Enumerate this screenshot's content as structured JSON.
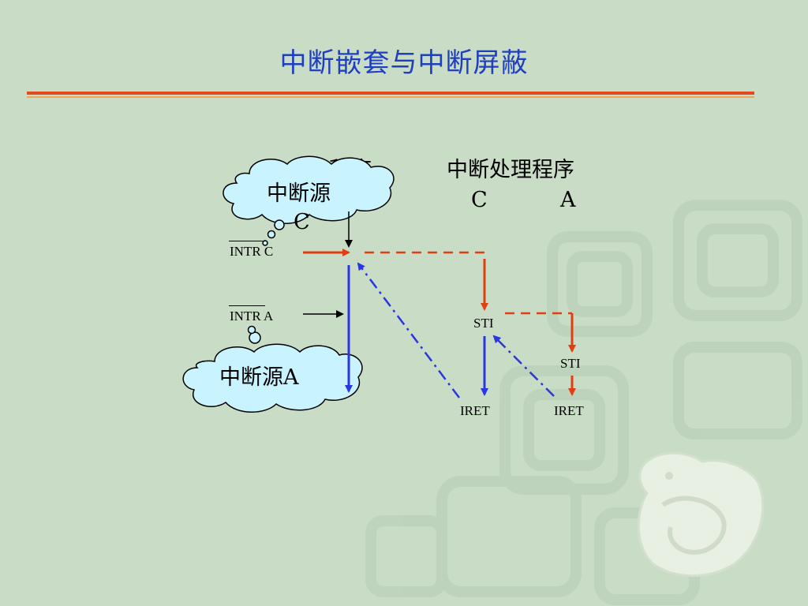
{
  "slide": {
    "title": "中断嵌套与中断屏蔽",
    "colors": {
      "title": "#1f3fbf",
      "rule": "#e24a1c",
      "red_flow": "#e13f12",
      "blue_flow": "#2b35e0",
      "cloud_fill": "#c9f3ff"
    }
  },
  "diagram": {
    "main_program_label": "程序",
    "handler_header": "中断处理程序",
    "handler_c_label": "C",
    "handler_a_label": "A",
    "source_c": {
      "line1": "中断源",
      "line2": "C"
    },
    "source_a": {
      "label": "中断源A"
    },
    "intr_c": {
      "overlined": "INTR",
      "suffix": " C"
    },
    "intr_a": {
      "overlined": "INTR",
      "suffix": " A"
    },
    "sti_c": "STI",
    "sti_a": "STI",
    "iret_c": "IRET",
    "iret_a": "IRET"
  }
}
